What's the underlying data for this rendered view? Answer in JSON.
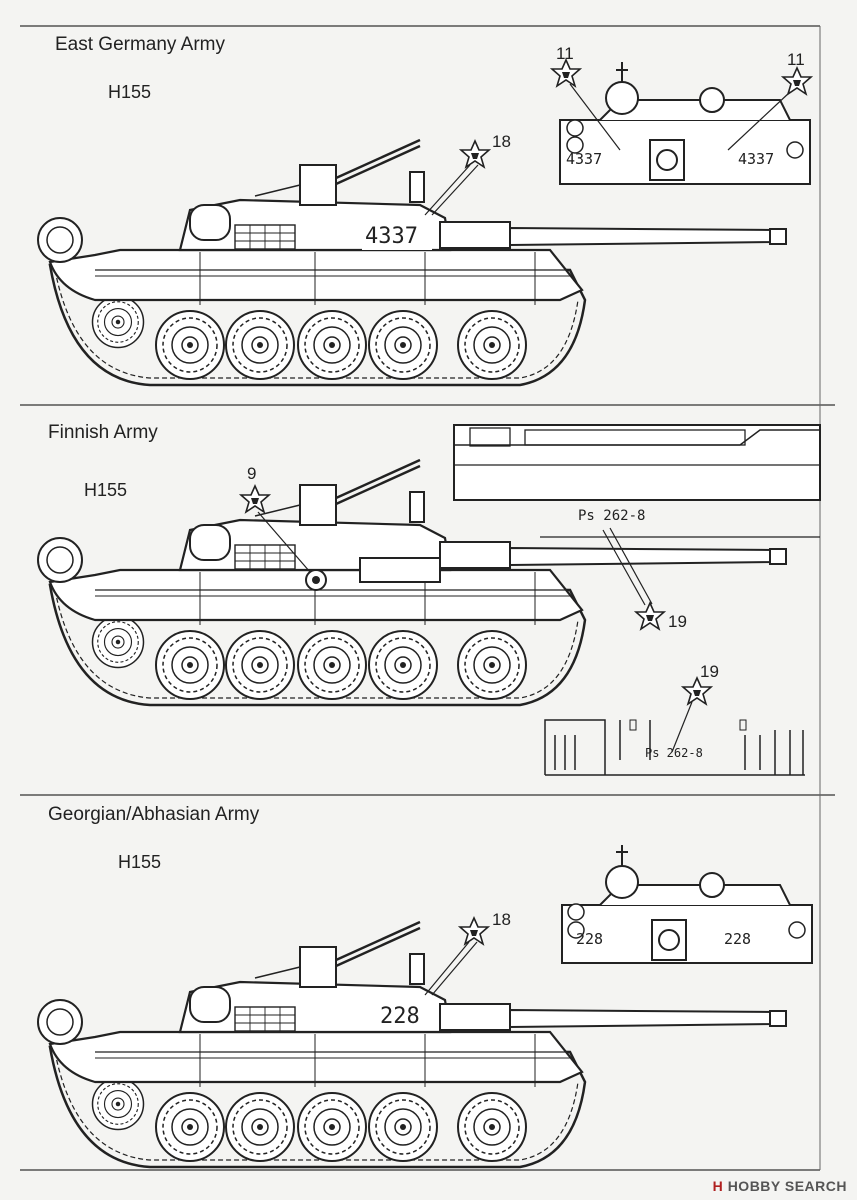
{
  "sections": [
    {
      "army": "East Germany Army",
      "code": "H155",
      "number": "4337",
      "callouts": [
        "18",
        "11",
        "11"
      ]
    },
    {
      "army": "Finnish Army",
      "code": "H155",
      "plate": "Ps 262-8",
      "callouts": [
        "9",
        "19",
        "19"
      ],
      "plate_rear": "Ps 262-8"
    },
    {
      "army": "Georgian/Abhasian Army",
      "code": "H155",
      "number": "228",
      "callouts": [
        "18"
      ]
    }
  ],
  "front_views": {
    "top_left_number": "4337",
    "top_right_number": "4337",
    "bottom_left_number": "228",
    "bottom_right_number": "228"
  },
  "watermark": {
    "logo": "H",
    "text": "HOBBY SEARCH"
  }
}
